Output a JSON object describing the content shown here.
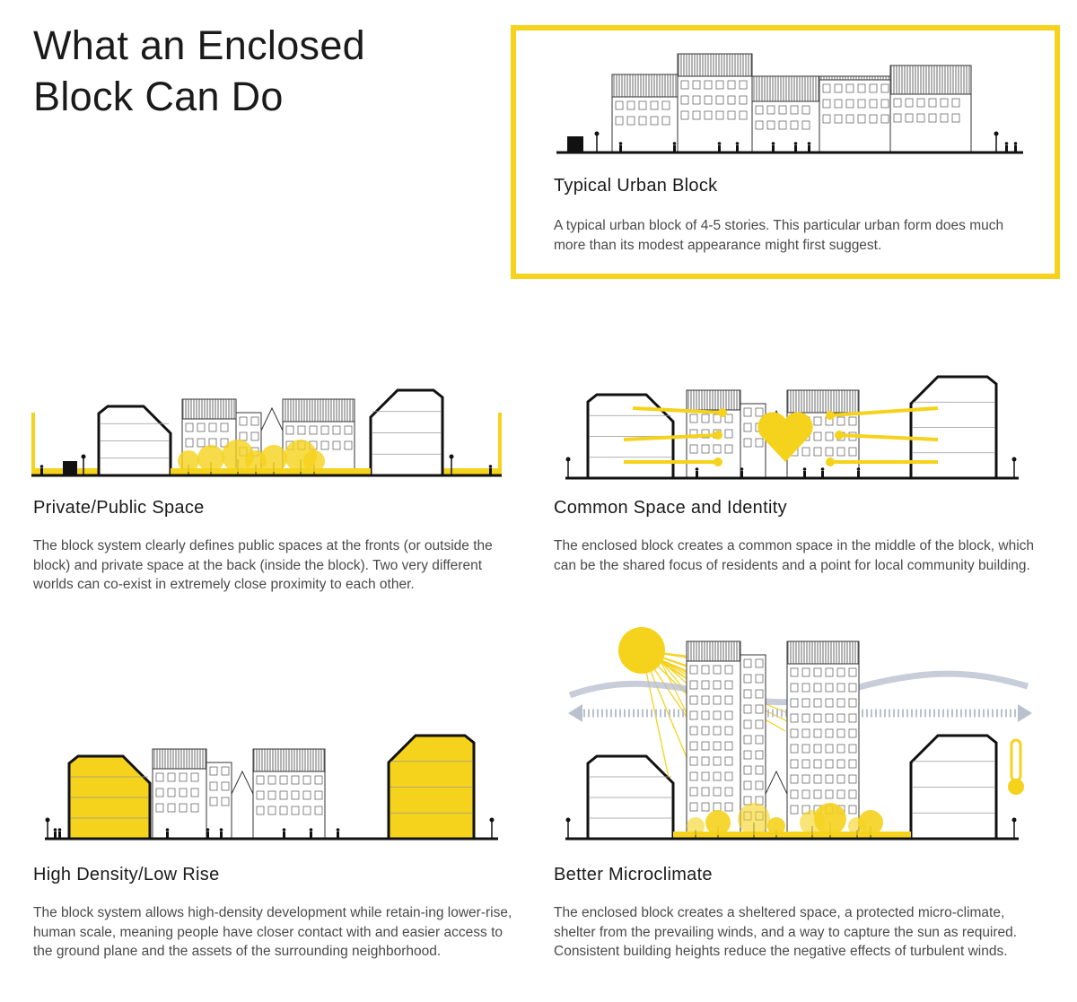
{
  "title_line1": "What an Enclosed",
  "title_line2": "Block Can Do",
  "accent_color": "#f5d21c",
  "featured": {
    "heading": "Typical Urban Block",
    "body": "A typical urban block of 4-5 stories. This particular urban form does much more than its modest appearance might first suggest."
  },
  "panels": [
    {
      "heading": "Private/Public Space",
      "body": "The block system clearly defines public spaces at the fronts (or outside the block) and private space at the back (inside the block). Two very different worlds can co-exist in extremely close proximity to each other."
    },
    {
      "heading": "Common Space and Identity",
      "body": "The enclosed block creates a common space in the middle of the block, which can be the shared focus of residents and a point for local community building."
    },
    {
      "heading": "High Density/Low Rise",
      "body": "The block system allows high-density development while retain-ing lower-rise, human scale, meaning people have closer contact with and easier access to the ground plane and the assets of the surrounding neighborhood."
    },
    {
      "heading": "Better Microclimate",
      "body": "The enclosed block creates a sheltered space, a protected micro-climate, shelter from the prevailing winds, and a way to capture the sun as required. Consistent building heights reduce the negative effects of turbulent winds."
    }
  ]
}
